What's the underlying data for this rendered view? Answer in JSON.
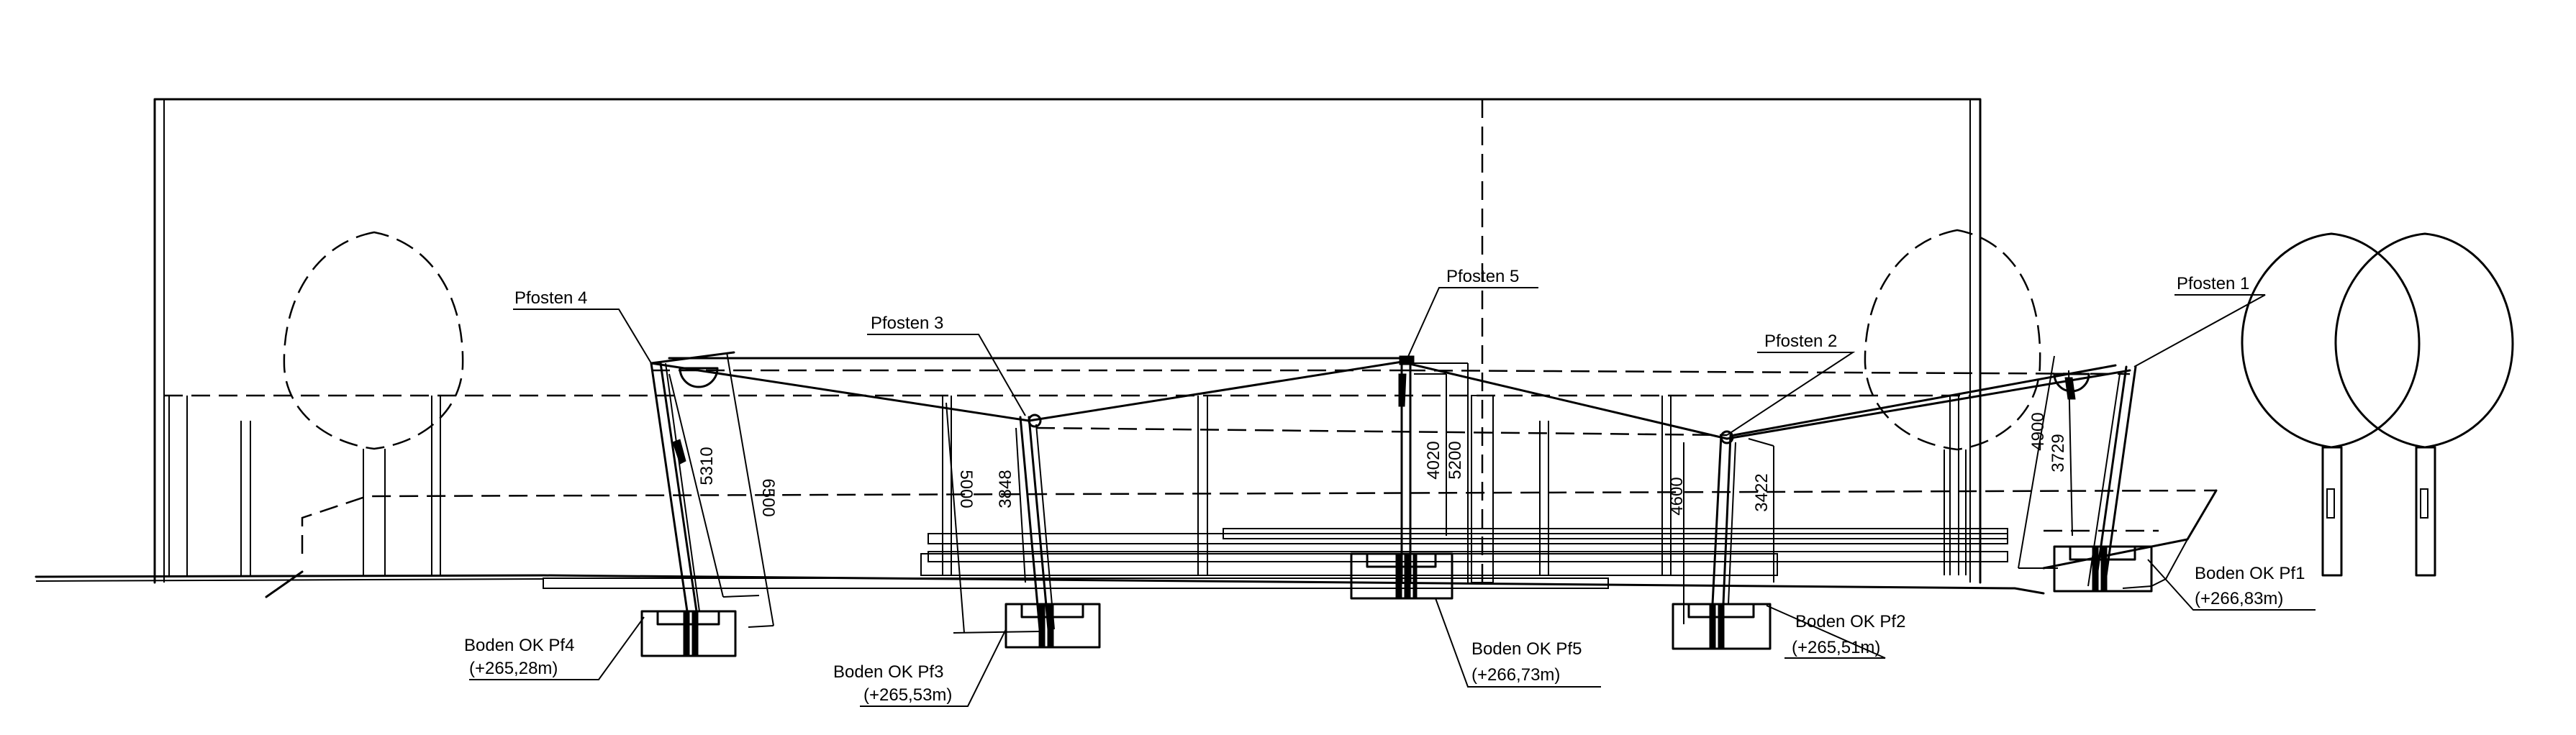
{
  "posts": [
    {
      "id": "pf4",
      "label": "Pfosten 4"
    },
    {
      "id": "pf3",
      "label": "Pfosten 3"
    },
    {
      "id": "pf5",
      "label": "Pfosten 5"
    },
    {
      "id": "pf2",
      "label": "Pfosten 2"
    },
    {
      "id": "pf1",
      "label": "Pfosten 1"
    }
  ],
  "floors": [
    {
      "id": "pf4",
      "name": "Boden OK Pf4",
      "level": "(+265,28m)"
    },
    {
      "id": "pf3",
      "name": "Boden OK Pf3",
      "level": "(+265,53m)"
    },
    {
      "id": "pf5",
      "name": "Boden OK Pf5",
      "level": "(+266,73m)"
    },
    {
      "id": "pf2",
      "name": "Boden OK Pf2",
      "level": "(+265,51m)"
    },
    {
      "id": "pf1",
      "name": "Boden OK Pf1",
      "level": "(+266,83m)"
    }
  ],
  "dimensions": {
    "pf4_inner": "5310",
    "pf4_outer": "6500",
    "pf3_outer": "5000",
    "pf3_inner": "3848",
    "pf5_inner": "4020",
    "pf5_outer": "5200",
    "pf2_outer": "4600",
    "pf2_inner": "3422",
    "pf1_outer": "4900",
    "pf1_inner": "3729"
  }
}
